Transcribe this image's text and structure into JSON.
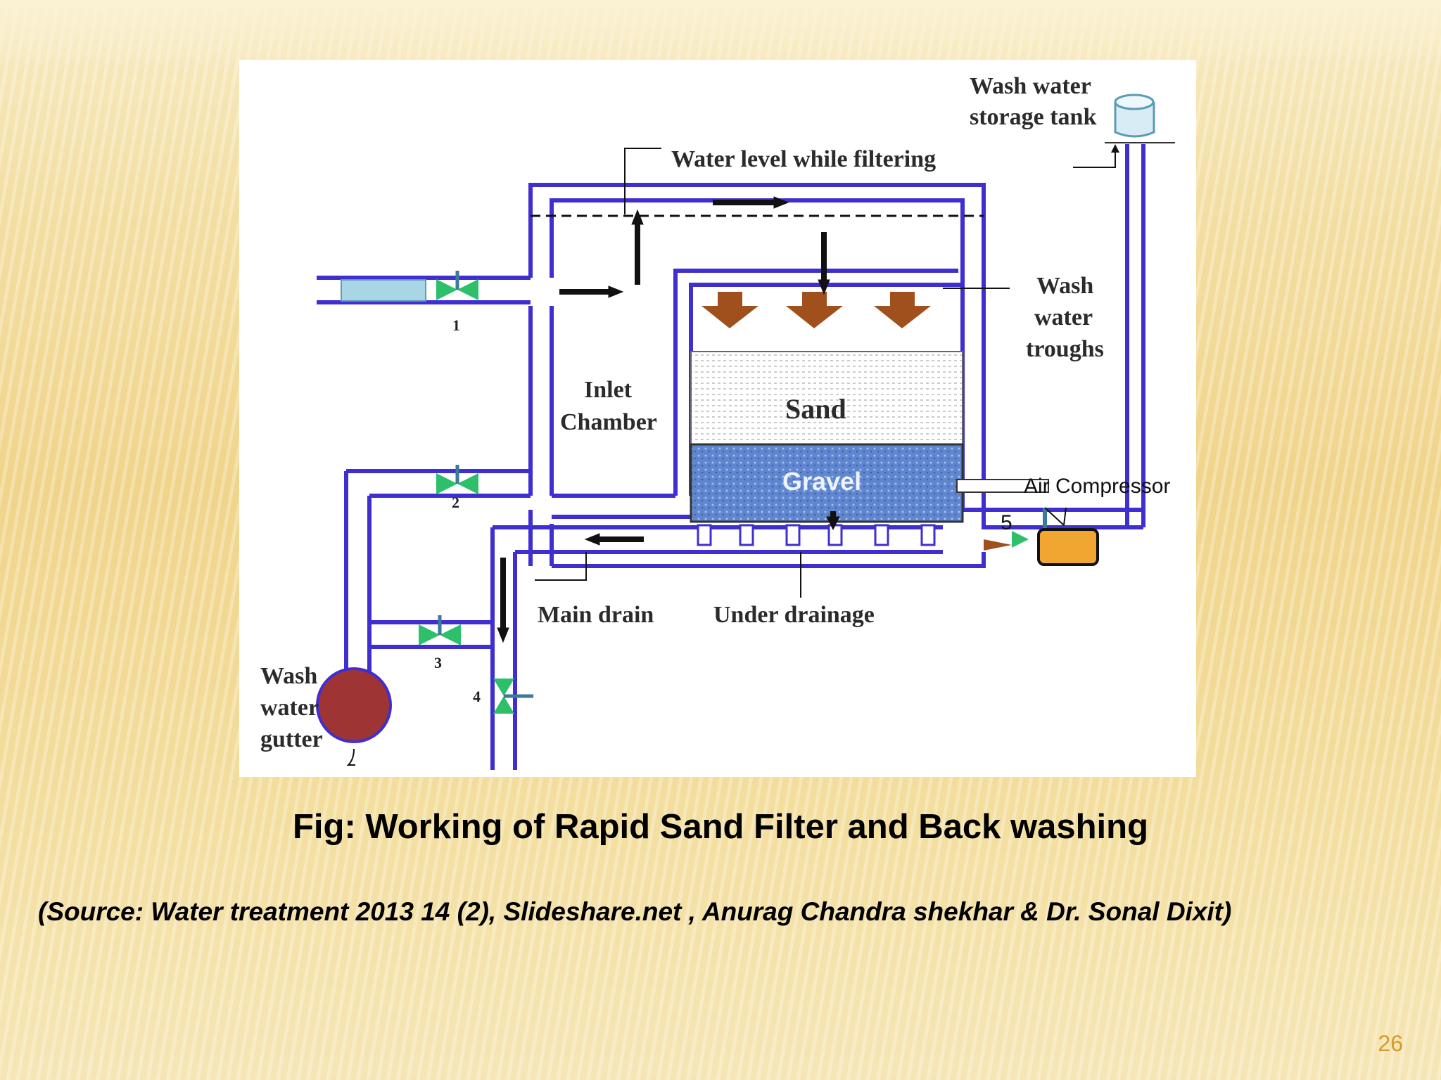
{
  "slide": {
    "caption": "Fig: Working of Rapid Sand Filter and Back washing",
    "source": "(Source: Water treatment 2013 14 (2), Slideshare.net ,  Anurag Chandra shekhar &  Dr. Sonal Dixit)",
    "page_number": "26"
  },
  "diagram": {
    "labels": {
      "wash_water_storage_tank_line1": "Wash water",
      "wash_water_storage_tank_line2": "storage tank",
      "water_level": "Water level while filtering",
      "wash_water_troughs_line1": "Wash",
      "wash_water_troughs_line2": "water",
      "wash_water_troughs_line3": "troughs",
      "inlet_chamber_line1": "Inlet",
      "inlet_chamber_line2": "Chamber",
      "sand": "Sand",
      "gravel": "Gravel",
      "air_compressor": "Air Compressor",
      "main_drain": "Main drain",
      "under_drainage": "Under drainage",
      "wash_water_gutter_line1": "Wash",
      "wash_water_gutter_line2": "water",
      "wash_water_gutter_line3": "gutter"
    },
    "valves": [
      "1",
      "2",
      "3",
      "4",
      "5"
    ],
    "colors": {
      "pipe": "#3f2fd0",
      "valve": "#2dbf6a",
      "trough": "#a0501c",
      "gravel": "#5f86cf",
      "gutter": "#9e3434",
      "compressor": "#f0a630",
      "page_number": "#d69a2a"
    }
  }
}
